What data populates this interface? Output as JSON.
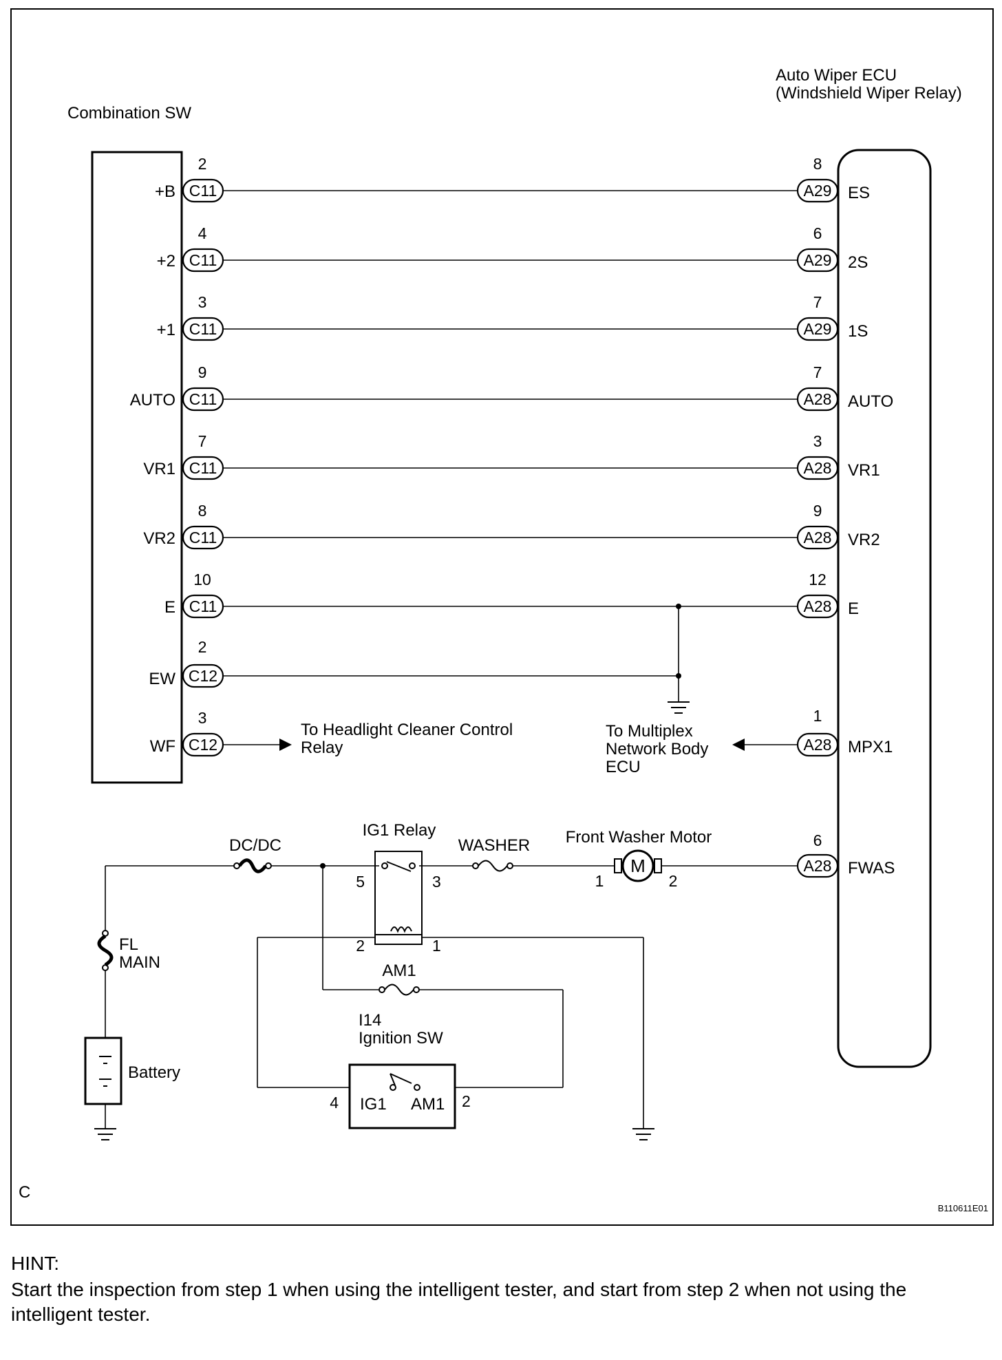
{
  "components": {
    "combination_sw": "Combination SW",
    "ecu_line1": "Auto Wiper ECU",
    "ecu_line2": "(Windshield Wiper Relay)",
    "ig1_relay": "IG1 Relay",
    "washer_fuse": "WASHER",
    "front_washer_motor": "Front Washer Motor",
    "motor_symbol": "M",
    "dcdc": "DC/DC",
    "fl_line1": "FL",
    "fl_line2": "MAIN",
    "am1_fuse": "AM1",
    "ignition_sw_code": "I14",
    "ignition_sw": "Ignition SW",
    "ig1_contact": "IG1",
    "am1_contact": "AM1",
    "battery": "Battery",
    "headlight_line1": "To Headlight Cleaner Control",
    "headlight_line2": "Relay",
    "multiplex_line1": "To Multiplex",
    "multiplex_line2": "Network Body",
    "multiplex_line3": "ECU"
  },
  "wires": [
    {
      "left_label": "+B",
      "left_pin": "2",
      "left_conn": "C11",
      "right_pin": "8",
      "right_conn": "A29",
      "right_label": "ES"
    },
    {
      "left_label": "+2",
      "left_pin": "4",
      "left_conn": "C11",
      "right_pin": "6",
      "right_conn": "A29",
      "right_label": "2S"
    },
    {
      "left_label": "+1",
      "left_pin": "3",
      "left_conn": "C11",
      "right_pin": "7",
      "right_conn": "A29",
      "right_label": "1S"
    },
    {
      "left_label": "AUTO",
      "left_pin": "9",
      "left_conn": "C11",
      "right_pin": "7",
      "right_conn": "A28",
      "right_label": "AUTO"
    },
    {
      "left_label": "VR1",
      "left_pin": "7",
      "left_conn": "C11",
      "right_pin": "3",
      "right_conn": "A28",
      "right_label": "VR1"
    },
    {
      "left_label": "VR2",
      "left_pin": "8",
      "left_conn": "C11",
      "right_pin": "9",
      "right_conn": "A28",
      "right_label": "VR2"
    },
    {
      "left_label": "E",
      "left_pin": "10",
      "left_conn": "C11",
      "right_pin": "12",
      "right_conn": "A28",
      "right_label": "E"
    }
  ],
  "ew": {
    "label": "EW",
    "pin": "2",
    "conn": "C12"
  },
  "wf": {
    "label": "WF",
    "pin": "3",
    "conn": "C12"
  },
  "mpx": {
    "pin": "1",
    "conn": "A28",
    "label": "MPX1"
  },
  "fwas": {
    "pin": "6",
    "conn": "A28",
    "label": "FWAS"
  },
  "pins": {
    "relay_5": "5",
    "relay_3": "3",
    "relay_2": "2",
    "relay_1": "1",
    "motor_1": "1",
    "motor_2": "2",
    "ign_4": "4",
    "ign_2": "2"
  },
  "corner_mark": "C",
  "figure_code": "B110611E01",
  "hint": {
    "title": "HINT:",
    "body": "Start the inspection from step 1 when using the intelligent tester, and start from step 2 when not using the intelligent tester."
  }
}
